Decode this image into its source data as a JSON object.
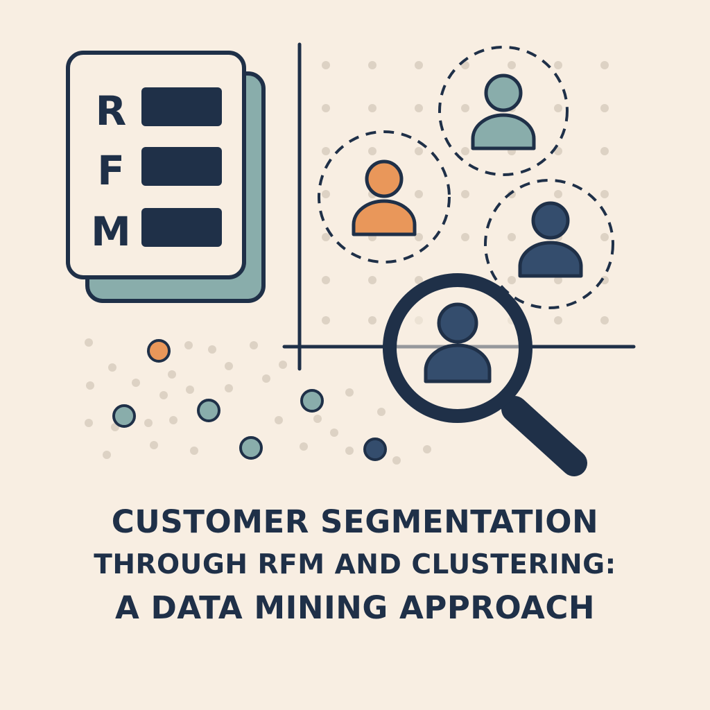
{
  "colors": {
    "background": "#f8eee2",
    "navy": "#1f3048",
    "teal": "#89adab",
    "orange": "#e9975a",
    "blue": "#344d6d",
    "dot": "#ddd2c4"
  },
  "rfm_card": {
    "letters": [
      "R",
      "F",
      "M"
    ]
  },
  "clusters": [
    {
      "name": "cluster-teal",
      "color": "teal"
    },
    {
      "name": "cluster-orange",
      "color": "orange"
    },
    {
      "name": "cluster-blue",
      "color": "blue"
    }
  ],
  "icons": [
    "document-stack-icon",
    "user-icon",
    "magnifying-glass-icon",
    "scatter-dot-icon"
  ],
  "title": {
    "line1": "CUSTOMER SEGMENTATION",
    "line2": "THROUGH RFM AND CLUSTERING:",
    "line3": "A DATA MINING APPROACH"
  }
}
